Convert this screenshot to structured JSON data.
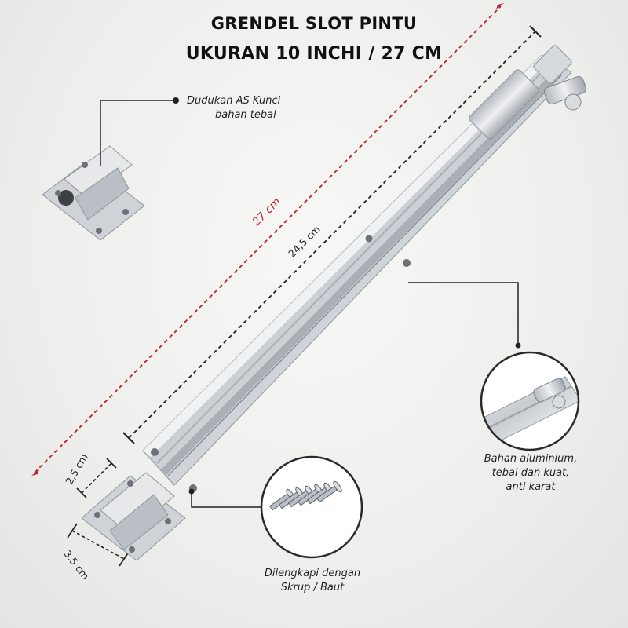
{
  "title": {
    "line1": "GRENDEL SLOT PINTU",
    "line2": "UKURAN 10 INCHI / 27 CM"
  },
  "dimensions": {
    "overall": "27 cm",
    "rail": "24,5 cm",
    "width": "2,5 cm",
    "height": "3,5 cm"
  },
  "callouts": {
    "mount": [
      "Dudukan AS Kunci",
      "bahan tebal"
    ],
    "material": [
      "Bahan aluminium,",
      "tebal dan kuat,",
      "anti karat"
    ],
    "screws": [
      "Dilengkapi dengan",
      "Skrup / Baut"
    ]
  },
  "colors": {
    "accent": "#b8262b",
    "metal": "#c9cdd2",
    "line": "#222222"
  }
}
